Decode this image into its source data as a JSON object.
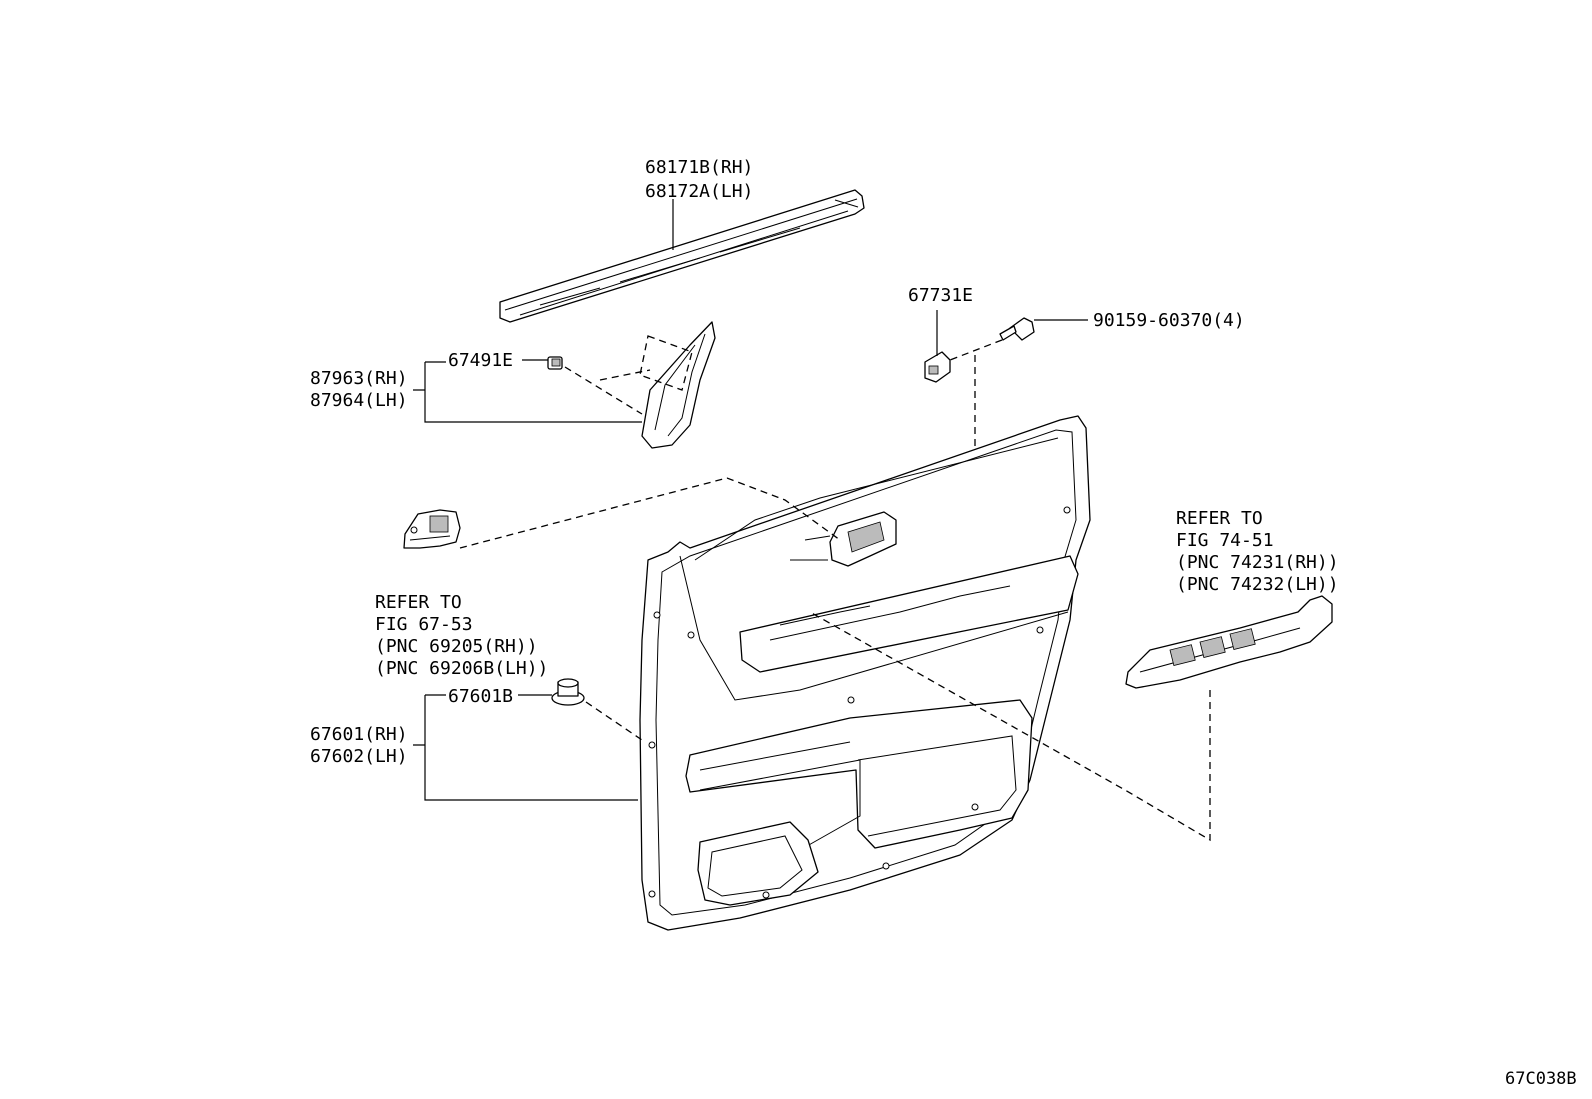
{
  "diagram_id": "67C038B",
  "callouts": {
    "belt_moulding": [
      "68171B(RH)",
      "68172A(LH)"
    ],
    "corner_clip": "67491E",
    "corner_garnish": [
      "87963(RH)",
      "87964(LH)"
    ],
    "bracket": "67731E",
    "screw": "90159-60370(4)",
    "inside_handle_ref": [
      "REFER TO",
      "FIG 67-53",
      "(PNC 69205(RH))",
      "(PNC 69206B(LH))"
    ],
    "trim_clip": "67601B",
    "door_trim_board": [
      "67601(RH)",
      "67602(LH)"
    ],
    "switch_base_ref": [
      "REFER TO",
      "FIG 74-51",
      "(PNC 74231(RH))",
      "(PNC 74232(LH))"
    ]
  }
}
